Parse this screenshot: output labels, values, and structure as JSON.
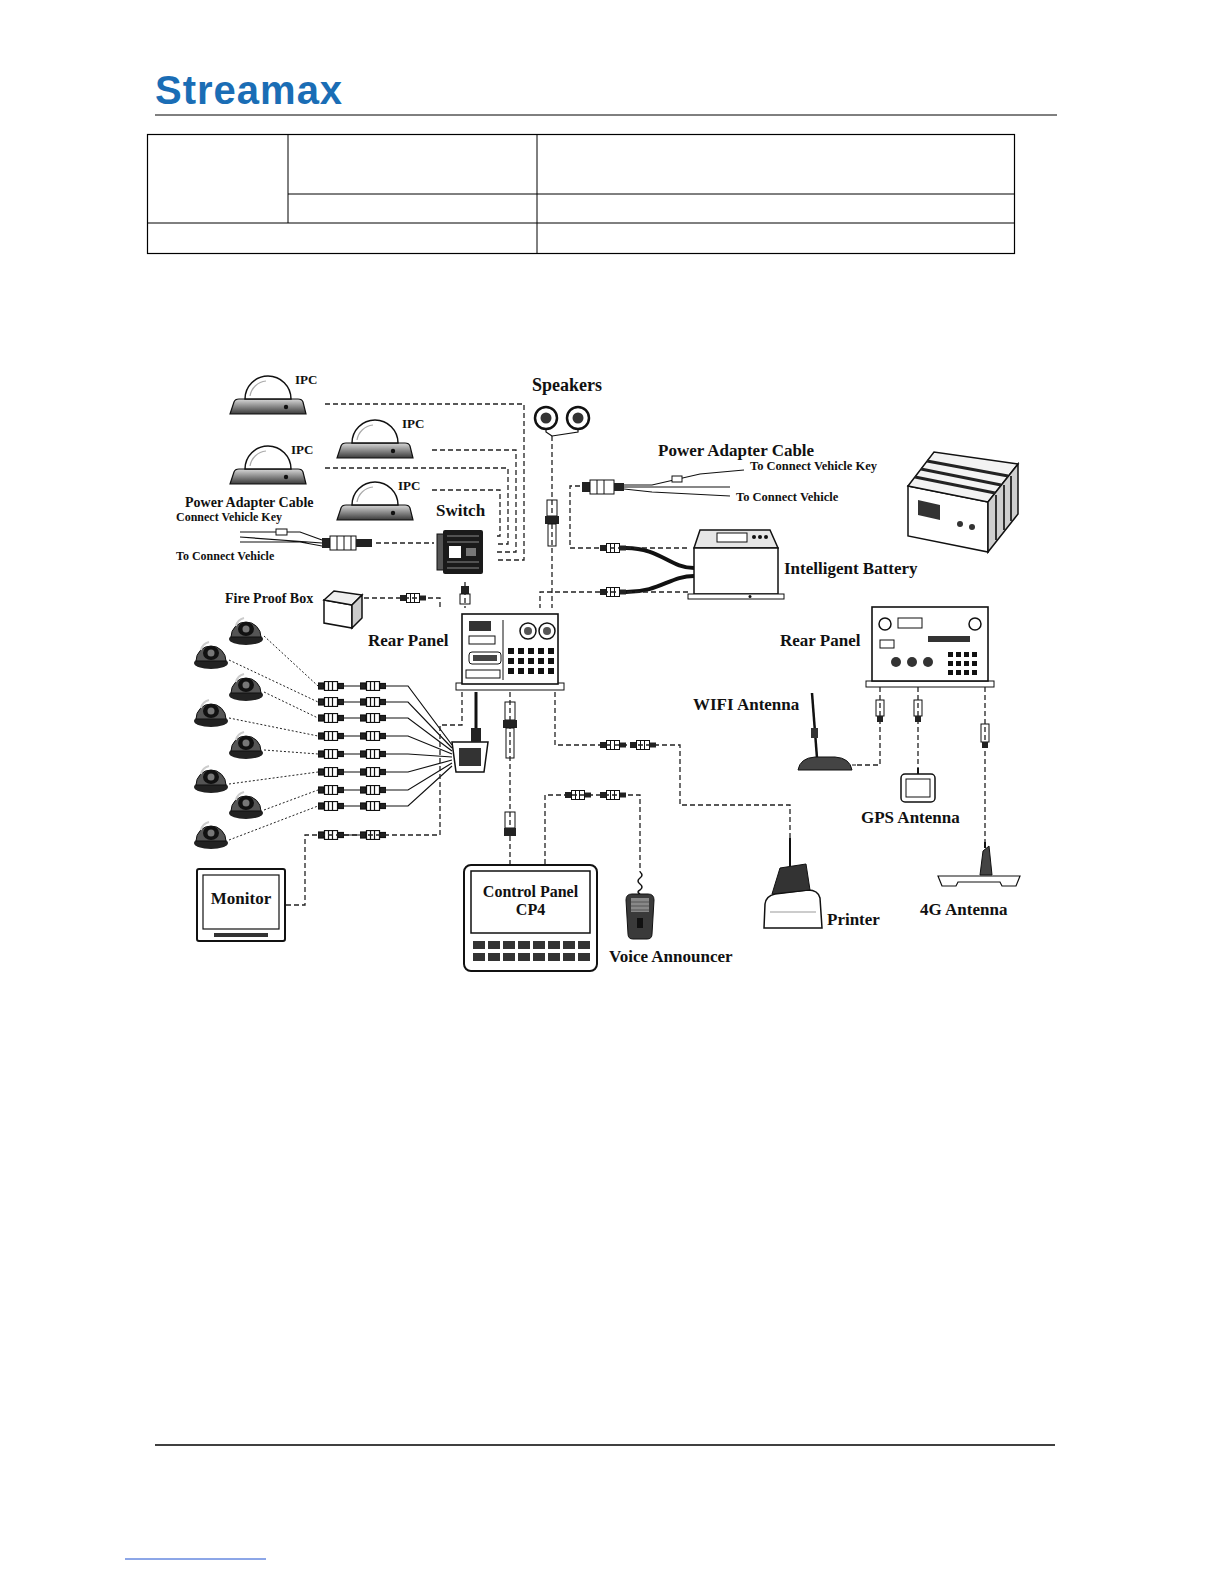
{
  "diagram": {
    "nodes": [
      {
        "text": [
          "IPC"
        ]
      },
      {
        "text": [
          "Speakers"
        ]
      },
      {
        "text": [
          "IPC"
        ]
      },
      {
        "text": [
          "Power Adapter Cable",
          "To Connect Vehicle Key",
          "To Connect Vehicle"
        ]
      },
      {
        "text": [
          "IPC"
        ]
      },
      {
        "text": [
          "IPC"
        ]
      },
      {
        "text": [
          "Power Adapter Cable",
          "Connect Vehicle Key",
          "To Connect Vehicle"
        ]
      },
      {
        "text": [
          "Switch"
        ]
      },
      {
        "text": [
          "Intelligent Battery"
        ]
      },
      {
        "text": [
          "Fire Proof Box"
        ]
      },
      {
        "text": [
          "Rear Panel"
        ]
      },
      {
        "text": [
          "Rear Panel"
        ]
      },
      {
        "text": [
          "WIFI Antenna"
        ]
      },
      {
        "text": [
          "GPS Antenna"
        ]
      },
      {
        "text": [
          "Control Panel CP4"
        ]
      },
      {
        "text": [
          "Monitor"
        ]
      },
      {
        "text": [
          "4G Antenna"
        ]
      },
      {
        "text": [
          "Printer"
        ]
      },
      {
        "text": [
          "Voice Announcer"
        ]
      }
    ],
    "edges": [
      {
        "from": 0,
        "to": 7,
        "arrow": "none"
      },
      {
        "from": 2,
        "to": 7,
        "arrow": "none"
      },
      {
        "from": 4,
        "to": 7,
        "arrow": "none"
      },
      {
        "from": 5,
        "to": 7,
        "arrow": "none"
      },
      {
        "from": 6,
        "to": 7,
        "arrow": "none"
      },
      {
        "from": 7,
        "to": 10,
        "arrow": "none"
      },
      {
        "from": 1,
        "to": 10,
        "arrow": "none"
      },
      {
        "from": 3,
        "to": 8,
        "arrow": "none"
      },
      {
        "from": 8,
        "to": 10,
        "arrow": "none"
      },
      {
        "from": 9,
        "to": 10,
        "arrow": "none"
      },
      {
        "from": 15,
        "to": 10,
        "arrow": "none"
      },
      {
        "from": 10,
        "to": 14,
        "arrow": "none"
      },
      {
        "from": 14,
        "to": 18,
        "arrow": "none"
      },
      {
        "from": 10,
        "to": 17,
        "arrow": "none"
      },
      {
        "from": 11,
        "to": 12,
        "arrow": "none"
      },
      {
        "from": 11,
        "to": 13,
        "arrow": "none"
      },
      {
        "from": 11,
        "to": 16,
        "arrow": "none"
      }
    ],
    "labels": [
      "Streamax"
    ]
  }
}
